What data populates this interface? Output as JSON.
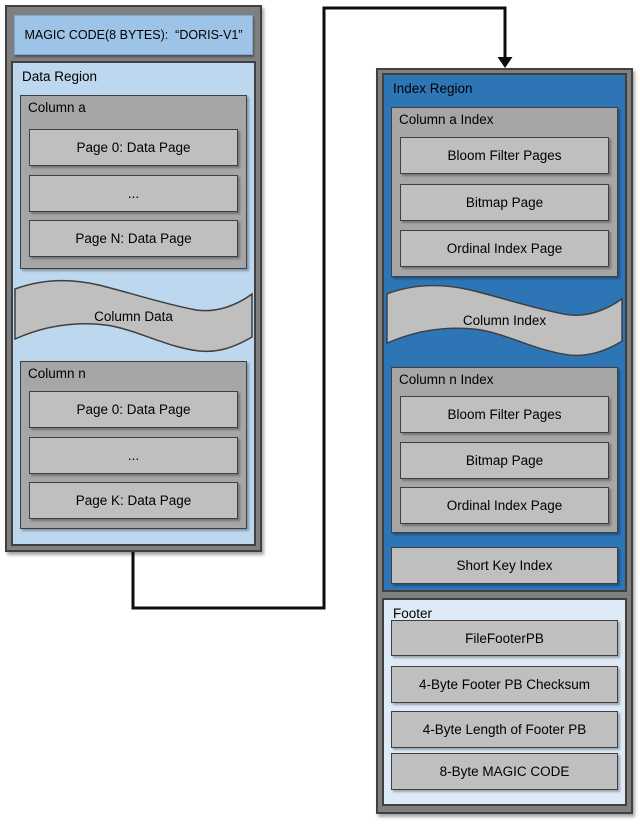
{
  "colors": {
    "index_region_blue": "#2e75b6",
    "magic_bar_blue": "#9dc3e6",
    "data_region_blue": "#bdd7ee",
    "footer_blue": "#deebf7",
    "column_gray": "#a6a6a6",
    "page_gray": "#bfbfbf",
    "container_gray": "#808080",
    "connector_black": "#0d0d0d"
  },
  "magic_header": {
    "label": "MAGIC CODE(8 BYTES):  “DORIS-V1”"
  },
  "data_region": {
    "title": "Data Region",
    "wave_label": "Column Data",
    "columns": [
      {
        "title": "Column a",
        "pages": [
          "Page 0: Data Page",
          "...",
          "Page N: Data Page"
        ]
      },
      {
        "title": "Column n",
        "pages": [
          "Page 0: Data Page",
          "...",
          "Page K: Data Page"
        ]
      }
    ]
  },
  "index_region": {
    "title": "Index Region",
    "wave_label": "Column Index",
    "short_key_label": "Short Key Index",
    "columns": [
      {
        "title": "Column a Index",
        "pages": [
          "Bloom Filter Pages",
          "Bitmap Page",
          "Ordinal Index Page"
        ]
      },
      {
        "title": "Column n Index",
        "pages": [
          "Bloom Filter Pages",
          "Bitmap Page",
          "Ordinal Index Page"
        ]
      }
    ]
  },
  "footer": {
    "title": "Footer",
    "items": [
      "FileFooterPB",
      "4-Byte Footer PB Checksum",
      "4-Byte Length of Footer PB",
      "8-Byte MAGIC CODE"
    ]
  }
}
